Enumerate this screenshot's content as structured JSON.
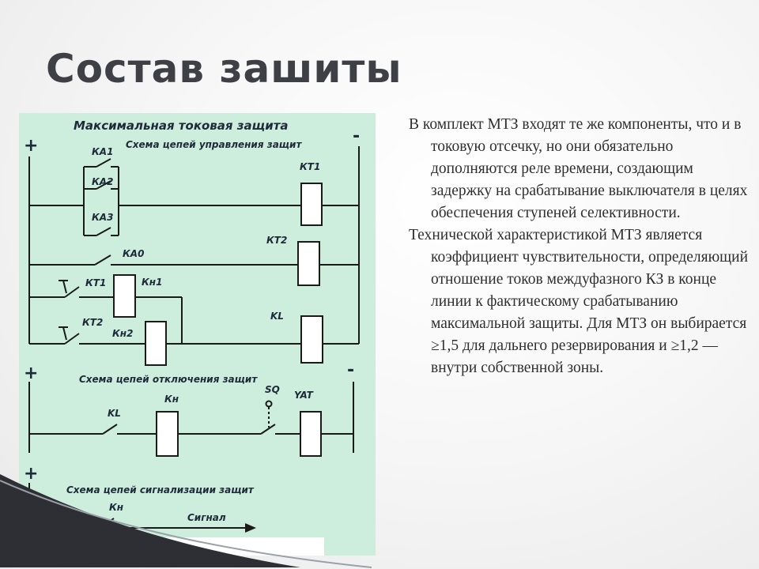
{
  "slide": {
    "title": "Состав зашиты"
  },
  "diagram": {
    "title": "Максимальная токовая защита",
    "control_section": "Схема цепей управления защит",
    "trip_section": "Схема цепей отключения защит",
    "signal_section": "Схема цепей сигнализации защит",
    "plus": "+",
    "minus": "-",
    "labels": {
      "ka1": "КА1",
      "ka2": "КА2",
      "ka3": "КА3",
      "ka0": "КА0",
      "kt1_coil": "КТ1",
      "kt2_coil": "КТ2",
      "kt1_contact": "КТ1",
      "kt2_contact": "КТ2",
      "kn1": "Кн1",
      "kn2": "Кн2",
      "kl_coil": "KL",
      "kl_contact": "KL",
      "kn_trip": "Кн",
      "sq": "SQ",
      "yat": "YAT",
      "kn_signal": "Кн",
      "signal": "Сигнал"
    },
    "colors": {
      "background": "#cdeedd",
      "line": "#1a1a1a"
    }
  },
  "text": {
    "paragraph1": "В комплект МТЗ входят те же компоненты, что и в токовую отсечку, но они обязательно дополняются реле времени, создающим задержку на срабатывание выключателя в целях обеспечения ступеней селективности.",
    "paragraph2": "Технической характеристикой МТЗ является коэффициент чувствительности, определяющий отношение токов междуфазного КЗ в конце линии к фактическому срабатыванию максимальной защиты. Для МТЗ он выбирается ≥1,5 для дальнего резервирования и ≥1,2 — внутри собственной зоны."
  }
}
